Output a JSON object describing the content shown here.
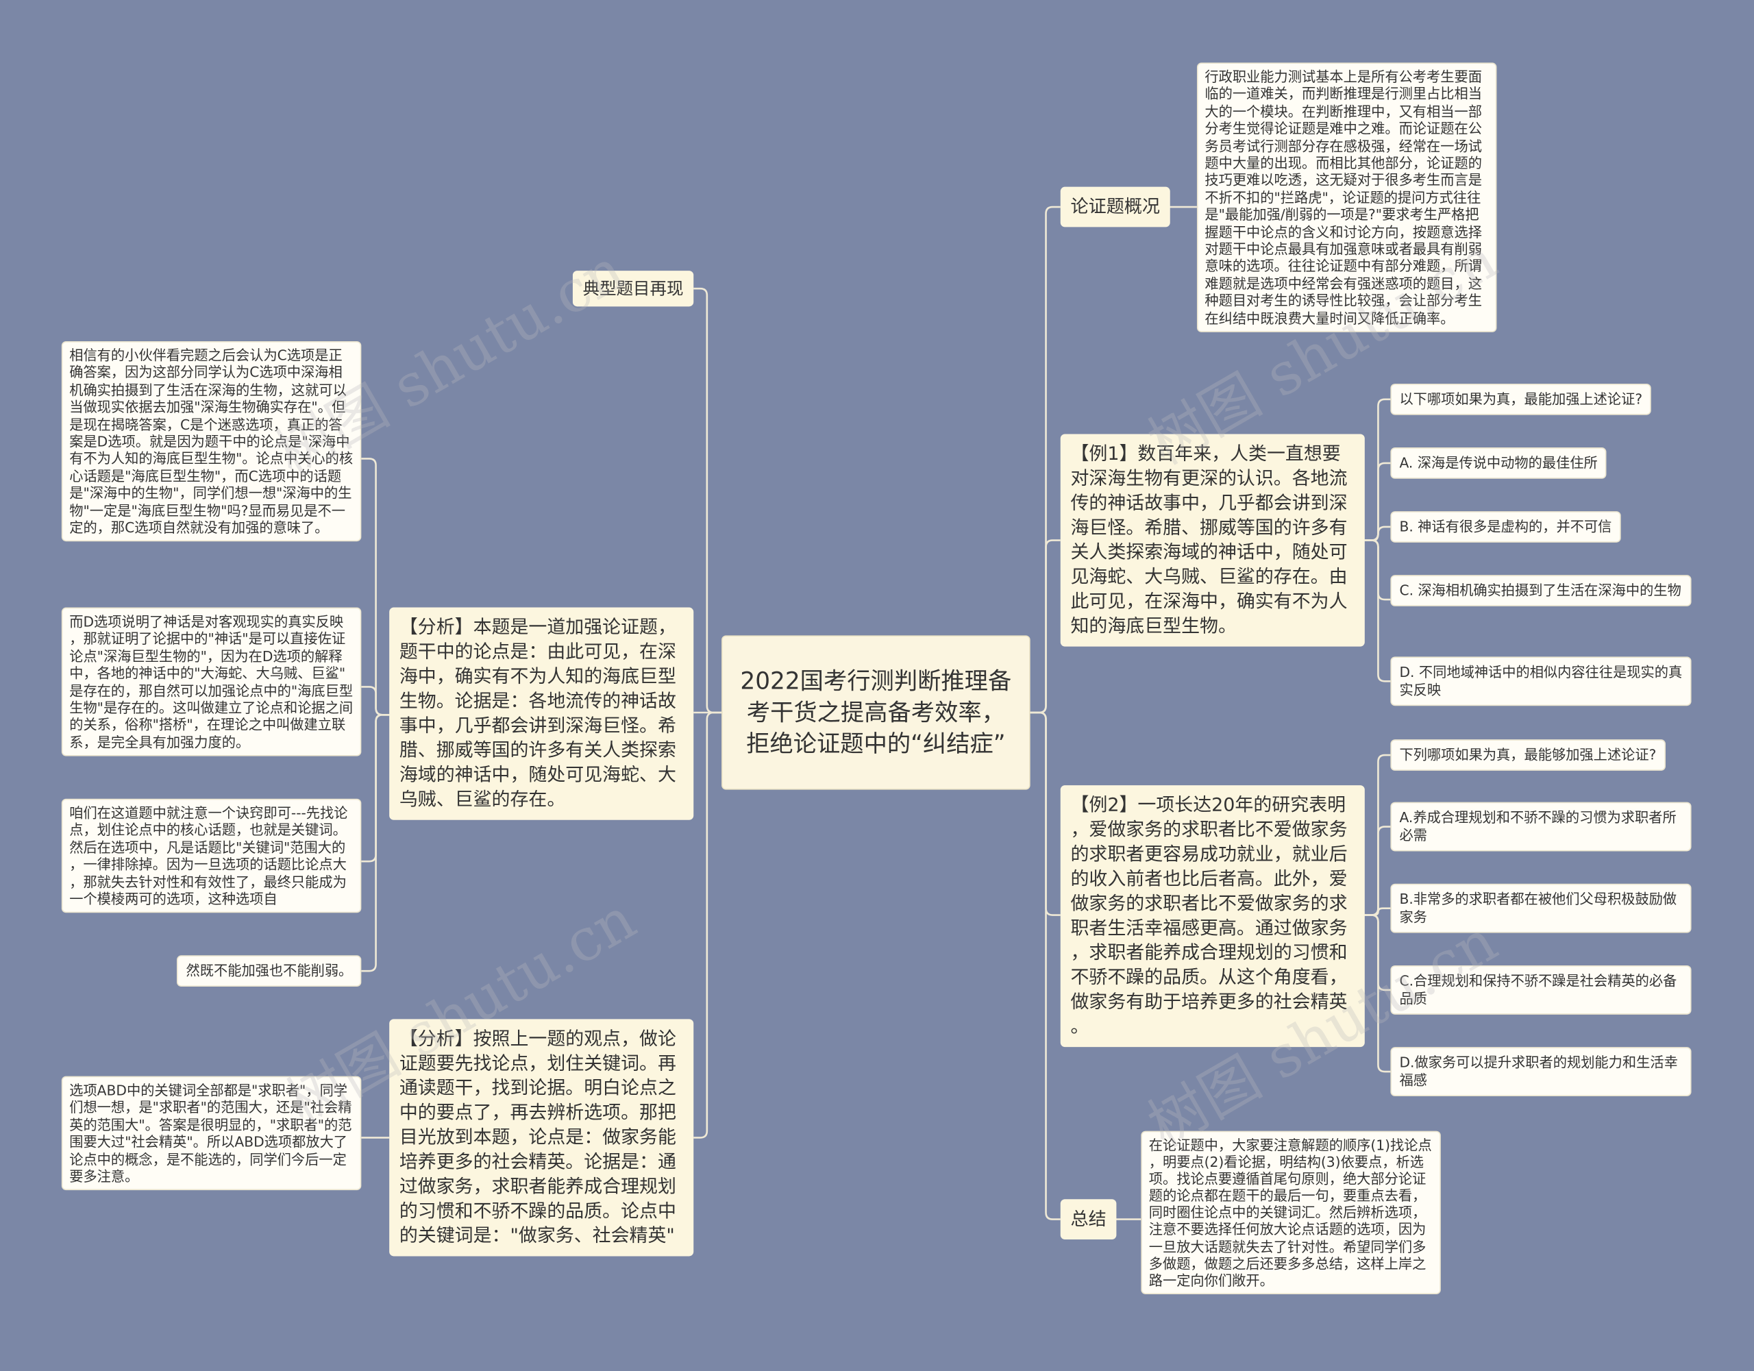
{
  "colors": {
    "background": "#7b87a6",
    "branch_node": "#fcf6df",
    "leaf_node": "#fffdf6",
    "connector": "#efe9d6",
    "text": "#333333"
  },
  "watermark": "树图 shutu.cn",
  "center": {
    "title": "2022国考行测判断推理备考干货之提高备考效率，拒绝论证题中的“纠结症”"
  },
  "left": {
    "typical": {
      "label": "典型题目再现"
    },
    "analysis1": {
      "text": "【分析】本题是一道加强论证题，题干中的论点是：由此可见，在深海中，确实有不为人知的海底巨型生物。论据是：各地流传的神话故事中，几乎都会讲到深海巨怪。希腊、挪威等国的许多有关人类探索海域的神话中，随处可见海蛇、大乌贼、巨鲨的存在。",
      "notes": [
        "相信有的小伙伴看完题之后会认为C选项是正确答案，因为这部分同学认为C选项中深海相机确实拍摄到了生活在深海的生物，这就可以当做现实依据去加强\"深海生物确实存在\"。但是现在揭晓答案，C是个迷惑选项，真正的答案是D选项。就是因为题干中的论点是\"深海中有不为人知的海底巨型生物\"。论点中关心的核心话题是\"海底巨型生物\"，而C选项中的话题是\"深海中的生物\"，同学们想一想\"深海中的生物\"一定是\"海底巨型生物\"吗?显而易见是不一定的，那C选项自然就没有加强的意味了。",
        "而D选项说明了神话是对客观现实的真实反映，那就证明了论据中的\"神话\"是可以直接佐证论点\"深海巨型生物的\"，因为在D选项的解释中，各地的神话中的\"大海蛇、大乌贼、巨鲨\"是存在的，那自然可以加强论点中的\"海底巨型生物\"是存在的。这叫做建立了论点和论据之间的关系，俗称\"搭桥\"，在理论之中叫做建立联系，是完全具有加强力度的。",
        "咱们在这道题中就注意一个诀窍即可---先找论点，划住论点中的核心话题，也就是关键词。然后在选项中，凡是话题比\"关键词\"范围大的，一律排除掉。因为一旦选项的话题比论点大，那就失去针对性和有效性了，最终只能成为一个模棱两可的选项，这种选项自",
        "然既不能加强也不能削弱。"
      ]
    },
    "analysis2": {
      "text": "【分析】按照上一题的观点，做论证题要先找论点，划住关键词。再通读题干，找到论据。明白论点之中的要点了，再去辨析选项。那把目光放到本题，论点是：做家务能培养更多的社会精英。论据是：通过做家务，求职者能养成合理规划的习惯和不骄不躁的品质。论点中的关键词是：\"做家务、社会精英\"",
      "notes": [
        "选项ABD中的关键词全部都是\"求职者\"，同学们想一想，是\"求职者\"的范围大，还是\"社会精英的范围大\"。答案是很明显的，\"求职者\"的范围要大过\"社会精英\"。所以ABD选项都放大了论点中的概念，是不能选的，同学们今后一定要多注意。"
      ]
    }
  },
  "right": {
    "overview": {
      "label": "论证题概况",
      "text": "行政职业能力测试基本上是所有公考考生要面临的一道难关，而判断推理是行测里占比相当大的一个模块。在判断推理中，又有相当一部分考生觉得论证题是难中之难。而论证题在公务员考试行测部分存在感极强，经常在一场试题中大量的出现。而相比其他部分，论证题的技巧更难以吃透，这无疑对于很多考生而言是不折不扣的\"拦路虎\"，论证题的提问方式往往是\"最能加强/削弱的一项是?\"要求考生严格把握题干中论点的含义和讨论方向，按题意选择对题干中论点最具有加强意味或者最具有削弱意味的选项。往往论证题中有部分难题，所谓难题就是选项中经常会有强迷惑项的题目，这种题目对考生的诱导性比较强，会让部分考生在纠结中既浪费大量时间又降低正确率。"
    },
    "example1": {
      "text": "【例1】数百年来，人类一直想要对深海生物有更深的认识。各地流传的神话故事中，几乎都会讲到深海巨怪。希腊、挪威等国的许多有关人类探索海域的神话中，随处可见海蛇、大乌贼、巨鲨的存在。由此可见，在深海中，确实有不为人知的海底巨型生物。",
      "question": "以下哪项如果为真，最能加强上述论证?",
      "options": [
        "A. 深海是传说中动物的最佳住所",
        "B. 神话有很多是虚构的，并不可信",
        "C. 深海相机确实拍摄到了生活在深海中的生物",
        "D. 不同地域神话中的相似内容往往是现实的真实反映"
      ]
    },
    "example2": {
      "text": "【例2】一项长达20年的研究表明，爱做家务的求职者比不爱做家务的求职者更容易成功就业，就业后的收入前者也比后者高。此外，爱做家务的求职者比不爱做家务的求职者生活幸福感更高。通过做家务，求职者能养成合理规划的习惯和不骄不躁的品质。从这个角度看，做家务有助于培养更多的社会精英。",
      "question": "下列哪项如果为真，最能够加强上述论证?",
      "options": [
        "A.养成合理规划和不骄不躁的习惯为求职者所必需",
        "B.非常多的求职者都在被他们父母积极鼓励做家务",
        "C.合理规划和保持不骄不躁是社会精英的必备品质",
        "D.做家务可以提升求职者的规划能力和生活幸福感"
      ]
    },
    "summary": {
      "label": "总结",
      "text": "在论证题中，大家要注意解题的顺序(1)找论点，明要点(2)看论据，明结构(3)依要点，析选项。找论点要遵循首尾句原则，绝大部分论证题的论点都在题干的最后一句，要重点去看，同时圈住论点中的关键词汇。然后辨析选项，注意不要选择任何放大论点话题的选项，因为一旦放大话题就失去了针对性。希望同学们多多做题，做题之后还要多多总结，这样上岸之路一定向你们敞开。"
    }
  }
}
